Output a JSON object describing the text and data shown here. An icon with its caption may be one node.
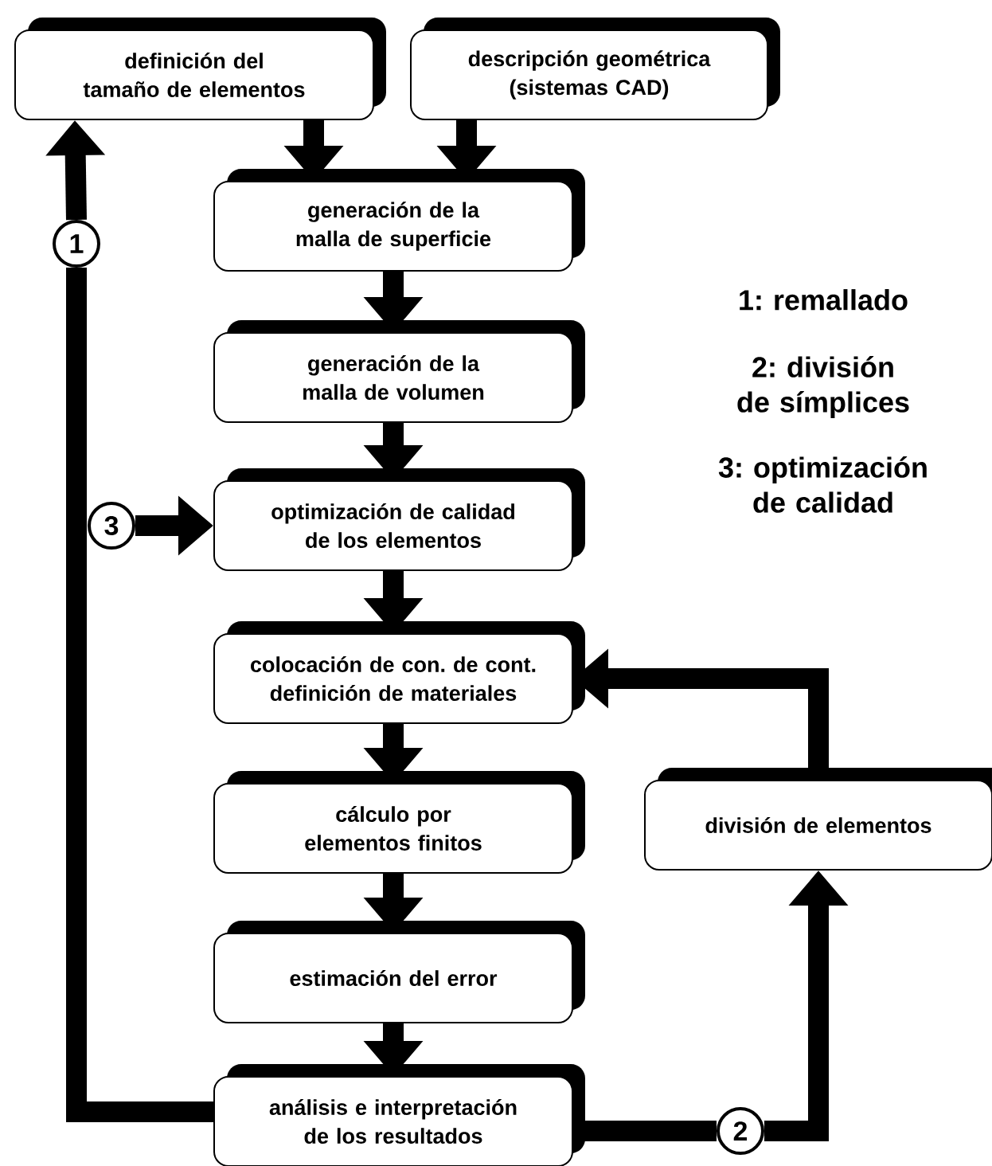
{
  "diagram": {
    "nodes": [
      {
        "text": [
          "definición del tamaño de elementos"
        ]
      },
      {
        "text": [
          "descripción geométrica (sistemas CAD)"
        ]
      },
      {
        "text": [
          "generación de la malla de superficie"
        ]
      },
      {
        "text": [
          "generación de la malla de volumen"
        ]
      },
      {
        "text": [
          "optimización de calidad de los elementos"
        ]
      },
      {
        "text": [
          "colocación de con. de cont. definición de materiales"
        ]
      },
      {
        "text": [
          "cálculo por elementos finitos"
        ]
      },
      {
        "text": [
          "estimación del error"
        ]
      },
      {
        "text": [
          "análisis e interpretación de los resultados"
        ]
      },
      {
        "text": [
          "división de elementos"
        ]
      },
      {
        "text": [
          "3"
        ]
      },
      {
        "text": [
          "1"
        ]
      },
      {
        "text": [
          "2"
        ]
      }
    ],
    "edges": [
      {
        "from": 0,
        "to": 2,
        "arrow": "to"
      },
      {
        "from": 1,
        "to": 2,
        "arrow": "to"
      },
      {
        "from": 2,
        "to": 3,
        "arrow": "to"
      },
      {
        "from": 3,
        "to": 4,
        "arrow": "to"
      },
      {
        "from": 4,
        "to": 5,
        "arrow": "to"
      },
      {
        "from": 5,
        "to": 6,
        "arrow": "to"
      },
      {
        "from": 6,
        "to": 7,
        "arrow": "to"
      },
      {
        "from": 7,
        "to": 8,
        "arrow": "to"
      },
      {
        "from": 8,
        "to": 11,
        "arrow": "none"
      },
      {
        "from": 11,
        "to": 0,
        "arrow": "to"
      },
      {
        "from": 8,
        "to": 12,
        "arrow": "none"
      },
      {
        "from": 12,
        "to": 9,
        "arrow": "to"
      },
      {
        "from": 9,
        "to": 5,
        "arrow": "to"
      },
      {
        "from": 10,
        "to": 4,
        "arrow": "to"
      }
    ],
    "labels": [
      "1: remallado",
      "2: división de símplices",
      "3: optimización de calidad"
    ]
  }
}
